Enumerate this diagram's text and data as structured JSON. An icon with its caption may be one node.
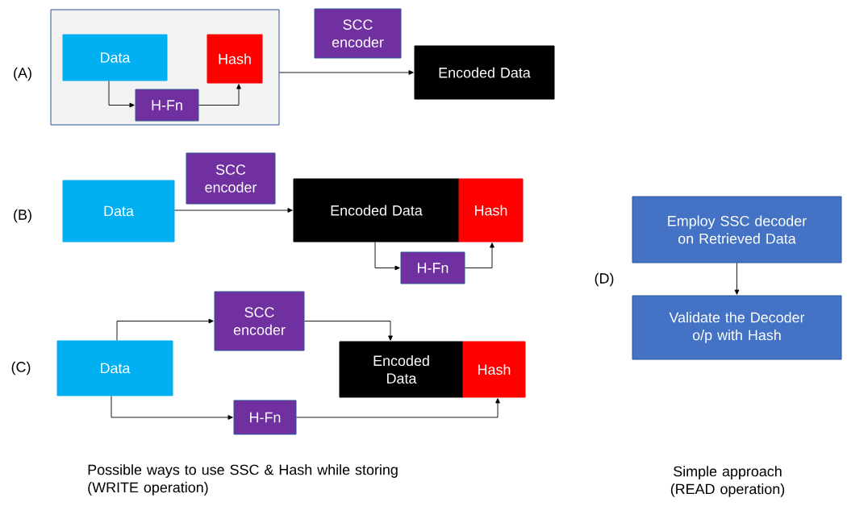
{
  "diagram": {
    "nodes": [
      {
        "text": [],
        "shape": "box"
      },
      {
        "text": [
          "Data"
        ],
        "in": 0
      },
      {
        "text": [
          "Hash"
        ],
        "in": 0
      },
      {
        "text": [
          "H-Fn"
        ],
        "in": 0
      },
      {
        "text": [
          "SCC encoder"
        ]
      },
      {
        "text": [
          "Encoded Data"
        ]
      },
      {
        "text": [
          "Data"
        ]
      },
      {
        "text": [
          "SCC encoder"
        ]
      },
      {
        "text": [
          "Encoded Data"
        ]
      },
      {
        "text": [
          "Hash"
        ]
      },
      {
        "text": [
          "H-Fn"
        ]
      },
      {
        "text": [
          "SCC encoder"
        ]
      },
      {
        "text": [
          "Data"
        ]
      },
      {
        "text": [
          "Encoded Data"
        ]
      },
      {
        "text": [
          "Hash"
        ]
      },
      {
        "text": [
          "H-Fn"
        ]
      },
      {
        "text": [
          "Employ SSC decoder on Retrieved Data"
        ]
      },
      {
        "text": [
          "Validate the Decoder o/p with Hash"
        ]
      }
    ],
    "edges": [
      {
        "from": 1,
        "to": 3,
        "arrow": "to"
      },
      {
        "from": 3,
        "to": 2,
        "arrow": "to"
      },
      {
        "from": 0,
        "to": 5,
        "arrow": "to"
      },
      {
        "from": 6,
        "to": 8,
        "arrow": "to"
      },
      {
        "from": 8,
        "to": 10,
        "arrow": "to"
      },
      {
        "from": 10,
        "to": 9,
        "arrow": "to"
      },
      {
        "from": 12,
        "to": 11,
        "arrow": "to"
      },
      {
        "from": 11,
        "to": 13,
        "arrow": "to"
      },
      {
        "from": 12,
        "to": 15,
        "arrow": "to"
      },
      {
        "from": 15,
        "to": 14,
        "arrow": "to"
      },
      {
        "from": 16,
        "to": 17,
        "arrow": "to"
      }
    ],
    "labels": [
      "(A)",
      "(B)",
      "(C)",
      "(D)",
      "Possible ways to use SSC & Hash while storing (WRITE operation)",
      "Simple approach (READ operation)"
    ]
  }
}
